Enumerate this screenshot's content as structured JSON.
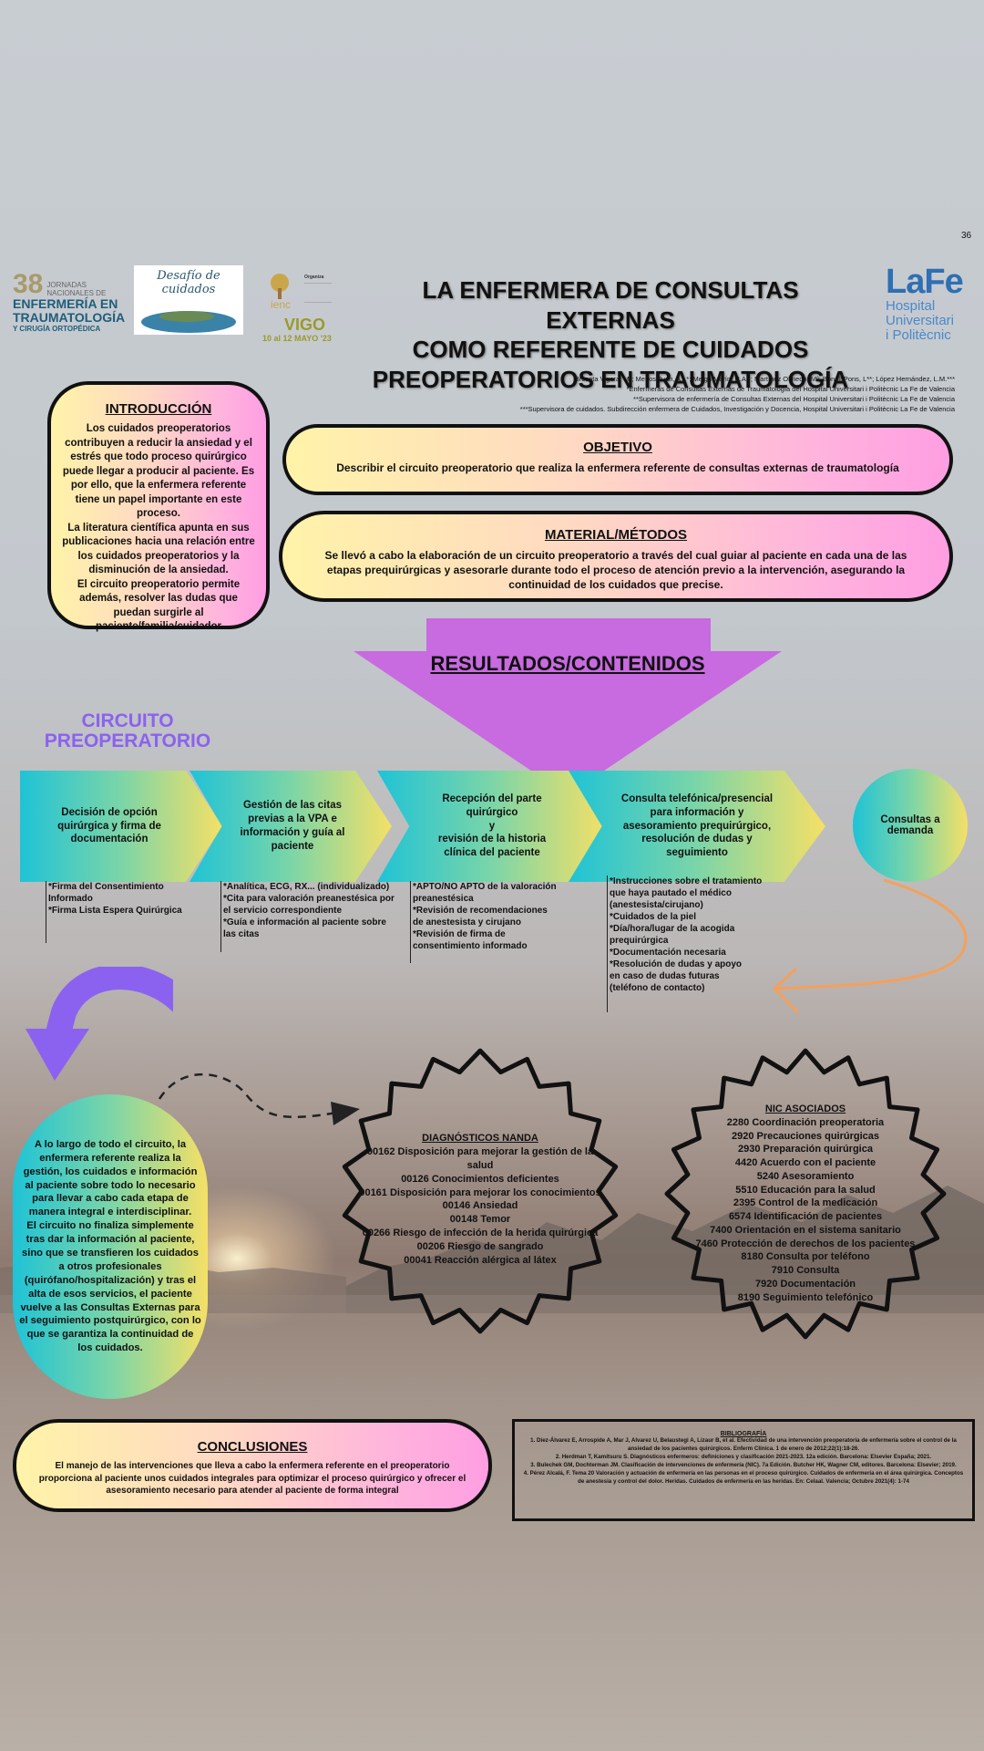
{
  "page_number": "36",
  "logos": {
    "jornadas_number": "38",
    "jornadas_line1": "JORNADAS",
    "jornadas_line2": "NACIONALES DE",
    "jornadas_line3": "ENFERMERÍA EN",
    "jornadas_line4": "TRAUMATOLOGÍA",
    "jornadas_line5": "Y CIRUGÍA ORTOPÉDICA",
    "desafio_text": "Desafío de cuidados",
    "organiza": "Organiza",
    "city": "VIGO",
    "dates": "10 al 12 MAYO '23",
    "lafe_la": "La",
    "lafe_fe": "Fe",
    "lafe_line1": "Hospital",
    "lafe_line2": "Universitari",
    "lafe_line3": "i Politècnic"
  },
  "header": {
    "title_line1": "LA ENFERMERA DE CONSULTAS EXTERNAS",
    "title_line2": "COMO REFERENTE DE CUIDADOS",
    "title_line3": "PREOPERATORIOS EN TRAUMATOLOGÍA",
    "authors": "Broseta Vigara, Mª; Merlos Juan, A.I.*; Meiga Marín, R.A.*; Martínez Olmedo, Mª; Bonell Pons, L**; López Hernández, L.M.***",
    "aff1": "*Enfermeras de Consultas Externas de Traumatología del Hospital Universitari i Politècnic La Fe de Valencia",
    "aff2": "**Supervisora de enfermería de Consultas Externas del Hospital Universitari i Politècnic La Fe de Valencia",
    "aff3": "***Supervisora de cuidados. Subdirección enfermera de Cuidados, Investigación y Docencia,  Hospital Universitari i Politècnic La Fe de Valencia"
  },
  "intro": {
    "title": "INTRODUCCIÓN",
    "text": "Los cuidados preoperatorios contribuyen a reducir la ansiedad y el estrés que todo proceso quirúrgico puede llegar a producir al paciente. Es por ello, que la enfermera referente tiene un papel importante en este proceso.\nLa literatura  científica apunta en sus publicaciones hacia una relación entre los cuidados preoperatorios y la disminución de la ansiedad.\nEl circuito preoperatorio permite además, resolver las dudas que puedan surgirle al paciente/familia/cuidador"
  },
  "objetivo": {
    "title": "OBJETIVO",
    "text": "Describir el circuito preoperatorio que realiza la enfermera referente de consultas externas de traumatología"
  },
  "material": {
    "title": "MATERIAL/MÉTODOS",
    "text": "Se llevó a cabo la elaboración de un circuito preoperatorio a través del cual guiar al paciente en cada una de las etapas prequirúrgicas y asesorarle durante todo el proceso de atención previo a la intervención, asegurando la continuidad de los cuidados que precise."
  },
  "resultados": {
    "title": "RESULTADOS/CONTENIDOS"
  },
  "circuito": {
    "line1": "CIRCUITO",
    "line2": "PREOPERATORIO"
  },
  "steps": [
    {
      "label": "Decisión de opción quirúrgica y firma de documentación",
      "notes": "*Firma del Consentimiento Informado\n*Firma Lista Espera Quirúrgica"
    },
    {
      "label": "Gestión de las citas previas a la VPA e información y guía al paciente",
      "notes": "*Analítica, ECG, RX... (individualizado)\n*Cita para valoración preanestésica por el servicio correspondiente\n*Guía e información al paciente sobre las citas"
    },
    {
      "label": "Recepción del parte quirúrgico\ny\nrevisión de la historia clínica del paciente",
      "notes": "*APTO/NO APTO de la valoración preanestésica\n*Revisión de recomendaciones de anestesista y cirujano\n*Revisión de firma de consentimiento informado"
    },
    {
      "label": "Consulta telefónica/presencial para información y asesoramiento prequirúrgico, resolución de dudas y seguimiento",
      "notes": "*Instrucciones  sobre el tratamiento\n  que haya pautado el médico\n  (anestesista/cirujano)\n*Cuidados de la piel\n*Día/hora/lugar de la acogida\n  prequirúrgica\n*Documentación necesaria\n*Resolución de dudas y apoyo\n en caso de dudas futuras\n  (teléfono de contacto)"
    }
  ],
  "demanda": "Consultas a demanda",
  "along": "A lo largo de todo el circuito, la enfermera referente realiza la gestión, los cuidados e información al paciente sobre todo lo necesario para llevar a cabo cada etapa de manera integral e interdisciplinar.\nEl circuito no finaliza simplemente tras dar la información al paciente, sino que se transfieren los cuidados a otros profesionales (quirófano/hospitalización) y tras el alta de esos servicios, el paciente vuelve a las Consultas Externas para el seguimiento postquirúrgico, con lo que se garantiza la continuidad de los cuidados.",
  "nanda": {
    "title": "DIAGNÓSTICOS NANDA",
    "items": [
      "00162 Disposición para mejorar la gestión de la salud",
      "00126 Conocimientos deficientes",
      "00161 Disposición para mejorar los conocimientos",
      "00146 Ansiedad",
      "00148 Temor",
      "00266 Riesgo de infección de la herida quirúrgica",
      "00206 Riesgo de sangrado",
      "00041 Reacción alérgica al látex"
    ]
  },
  "nic": {
    "title": "NIC ASOCIADOS",
    "items": [
      "2280 Coordinación preoperatoria",
      "2920 Precauciones quirúrgicas",
      "2930 Preparación quirúrgica",
      "4420 Acuerdo con el paciente",
      "5240 Asesoramiento",
      "5510 Educación para la salud",
      "2395 Control de la medicación",
      "6574 Identificación de pacientes",
      "7400 Orientación en el sistema sanitario",
      "7460 Protección de derechos de los pacientes",
      "8180 Consulta por teléfono",
      "7910 Consulta",
      "7920 Documentación",
      "8190 Seguimiento telefónico"
    ]
  },
  "conclusiones": {
    "title": "CONCLUSIONES",
    "text": "El manejo de las intervenciones que lleva a cabo la enfermera referente en el preoperatorio proporciona al paciente unos cuidados integrales para optimizar el proceso quirúrgico y ofrecer el asesoramiento necesario para atender al paciente de forma integral"
  },
  "bibliografia": {
    "title": "BIBLIOGRAFÍA",
    "items": [
      "1. Díez-Álvarez E, Arrospide A, Mar J, Alvarez U, Belaustegi A, Lizaur B, et al. Efectividad de una intervención preoperatoria de enfermería sobre el control de la ansiedad de los pacientes quirúrgicos. Enferm Clínica. 1 de enero de 2012;22(1):18-26.",
      "2. Herdman T, Kamitsuru S. Diagnósticos enfermeros: definiciones y clasificación 2021-2023. 12a edición. Barcelona: Elsevier España; 2021.",
      "3. Bulechek GM, Dochterman JM. Clasificación de intervenciones de enfermería (NIC). 7a Edición. Butcher HK, Wagner CM, editores. Barcelona: Elsevier; 2019.",
      "4. Pérez Alcalá, F. Tema 20 Valoración y actuación de enfermería en las personas en el proceso quirúrgico. Cuidados de enfermería en el área quirúrgica. Conceptos de anestesia y control del dolor. Heridas. Cuidados de enfermería en las heridas. En: Celaal. Valencia; Octubre 2021(4): 1-74"
    ]
  },
  "colors": {
    "accent_purple": "#c86ae0",
    "circuit_blue": "#8b62f0",
    "arrow_orange": "#f5a05a"
  }
}
